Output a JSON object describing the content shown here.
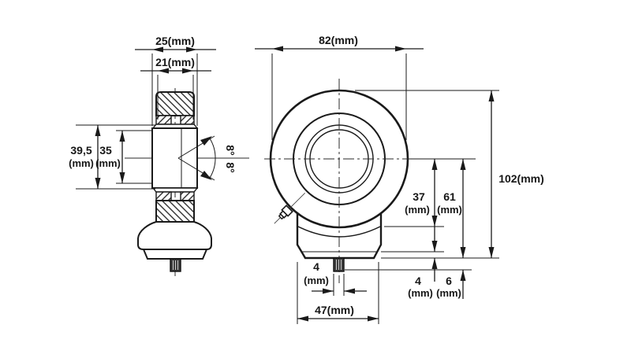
{
  "drawing": {
    "side_view": {
      "width_outer": "25(mm)",
      "width_inner": "21(mm)",
      "height_outer_value": "39,5",
      "height_outer_unit": "(mm)",
      "height_inner_value": "35",
      "height_inner_unit": "(mm)",
      "tilt_angle_upper": "8°",
      "tilt_angle_lower": "8°"
    },
    "front_view": {
      "eye_outer_diameter": "82(mm)",
      "total_height": "102(mm)",
      "center_to_shoulder_value": "37",
      "center_to_shoulder_unit": "(mm)",
      "center_to_bottom_value": "61",
      "center_to_bottom_unit": "(mm)",
      "base_chamfer_value": "4",
      "base_chamfer_unit": "(mm)",
      "stud_length_value": "6",
      "stud_length_unit": "(mm)",
      "base_width": "47(mm)",
      "stud_width_value": "4",
      "stud_width_unit": "(mm)"
    },
    "colors": {
      "line": "#1a1a1a",
      "background": "#ffffff"
    }
  }
}
